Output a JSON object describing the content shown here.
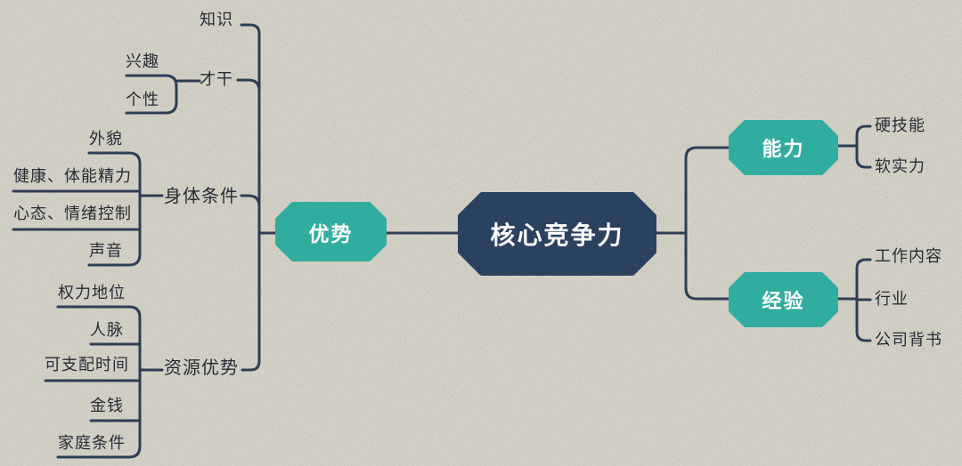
{
  "colors": {
    "background": "#f3f0e4",
    "node_teal": "#31ada0",
    "node_navy": "#2b4160",
    "connector_line": "#2e3d55",
    "topic_text": "#272b33",
    "node_text": "#ffffff"
  },
  "mindmap": {
    "type": "mindmap",
    "root": {
      "label": "核心竞争力"
    },
    "left": {
      "node": {
        "label": "优势"
      },
      "children": [
        {
          "label": "知识"
        },
        {
          "label": "才干",
          "children": [
            {
              "label": "兴趣"
            },
            {
              "label": "个性"
            }
          ]
        },
        {
          "label": "身体条件",
          "children": [
            {
              "label": "外貌"
            },
            {
              "label": "健康、体能精力"
            },
            {
              "label": "心态、情绪控制"
            },
            {
              "label": "声音"
            }
          ]
        },
        {
          "label": "资源优势",
          "children": [
            {
              "label": "权力地位"
            },
            {
              "label": "人脉"
            },
            {
              "label": "可支配时间"
            },
            {
              "label": "金钱"
            },
            {
              "label": "家庭条件"
            }
          ]
        }
      ]
    },
    "right": [
      {
        "node": {
          "label": "能力"
        },
        "children": [
          {
            "label": "硬技能"
          },
          {
            "label": "软实力"
          }
        ]
      },
      {
        "node": {
          "label": "经验"
        },
        "children": [
          {
            "label": "工作内容"
          },
          {
            "label": "行业"
          },
          {
            "label": "公司背书"
          }
        ]
      }
    ]
  }
}
